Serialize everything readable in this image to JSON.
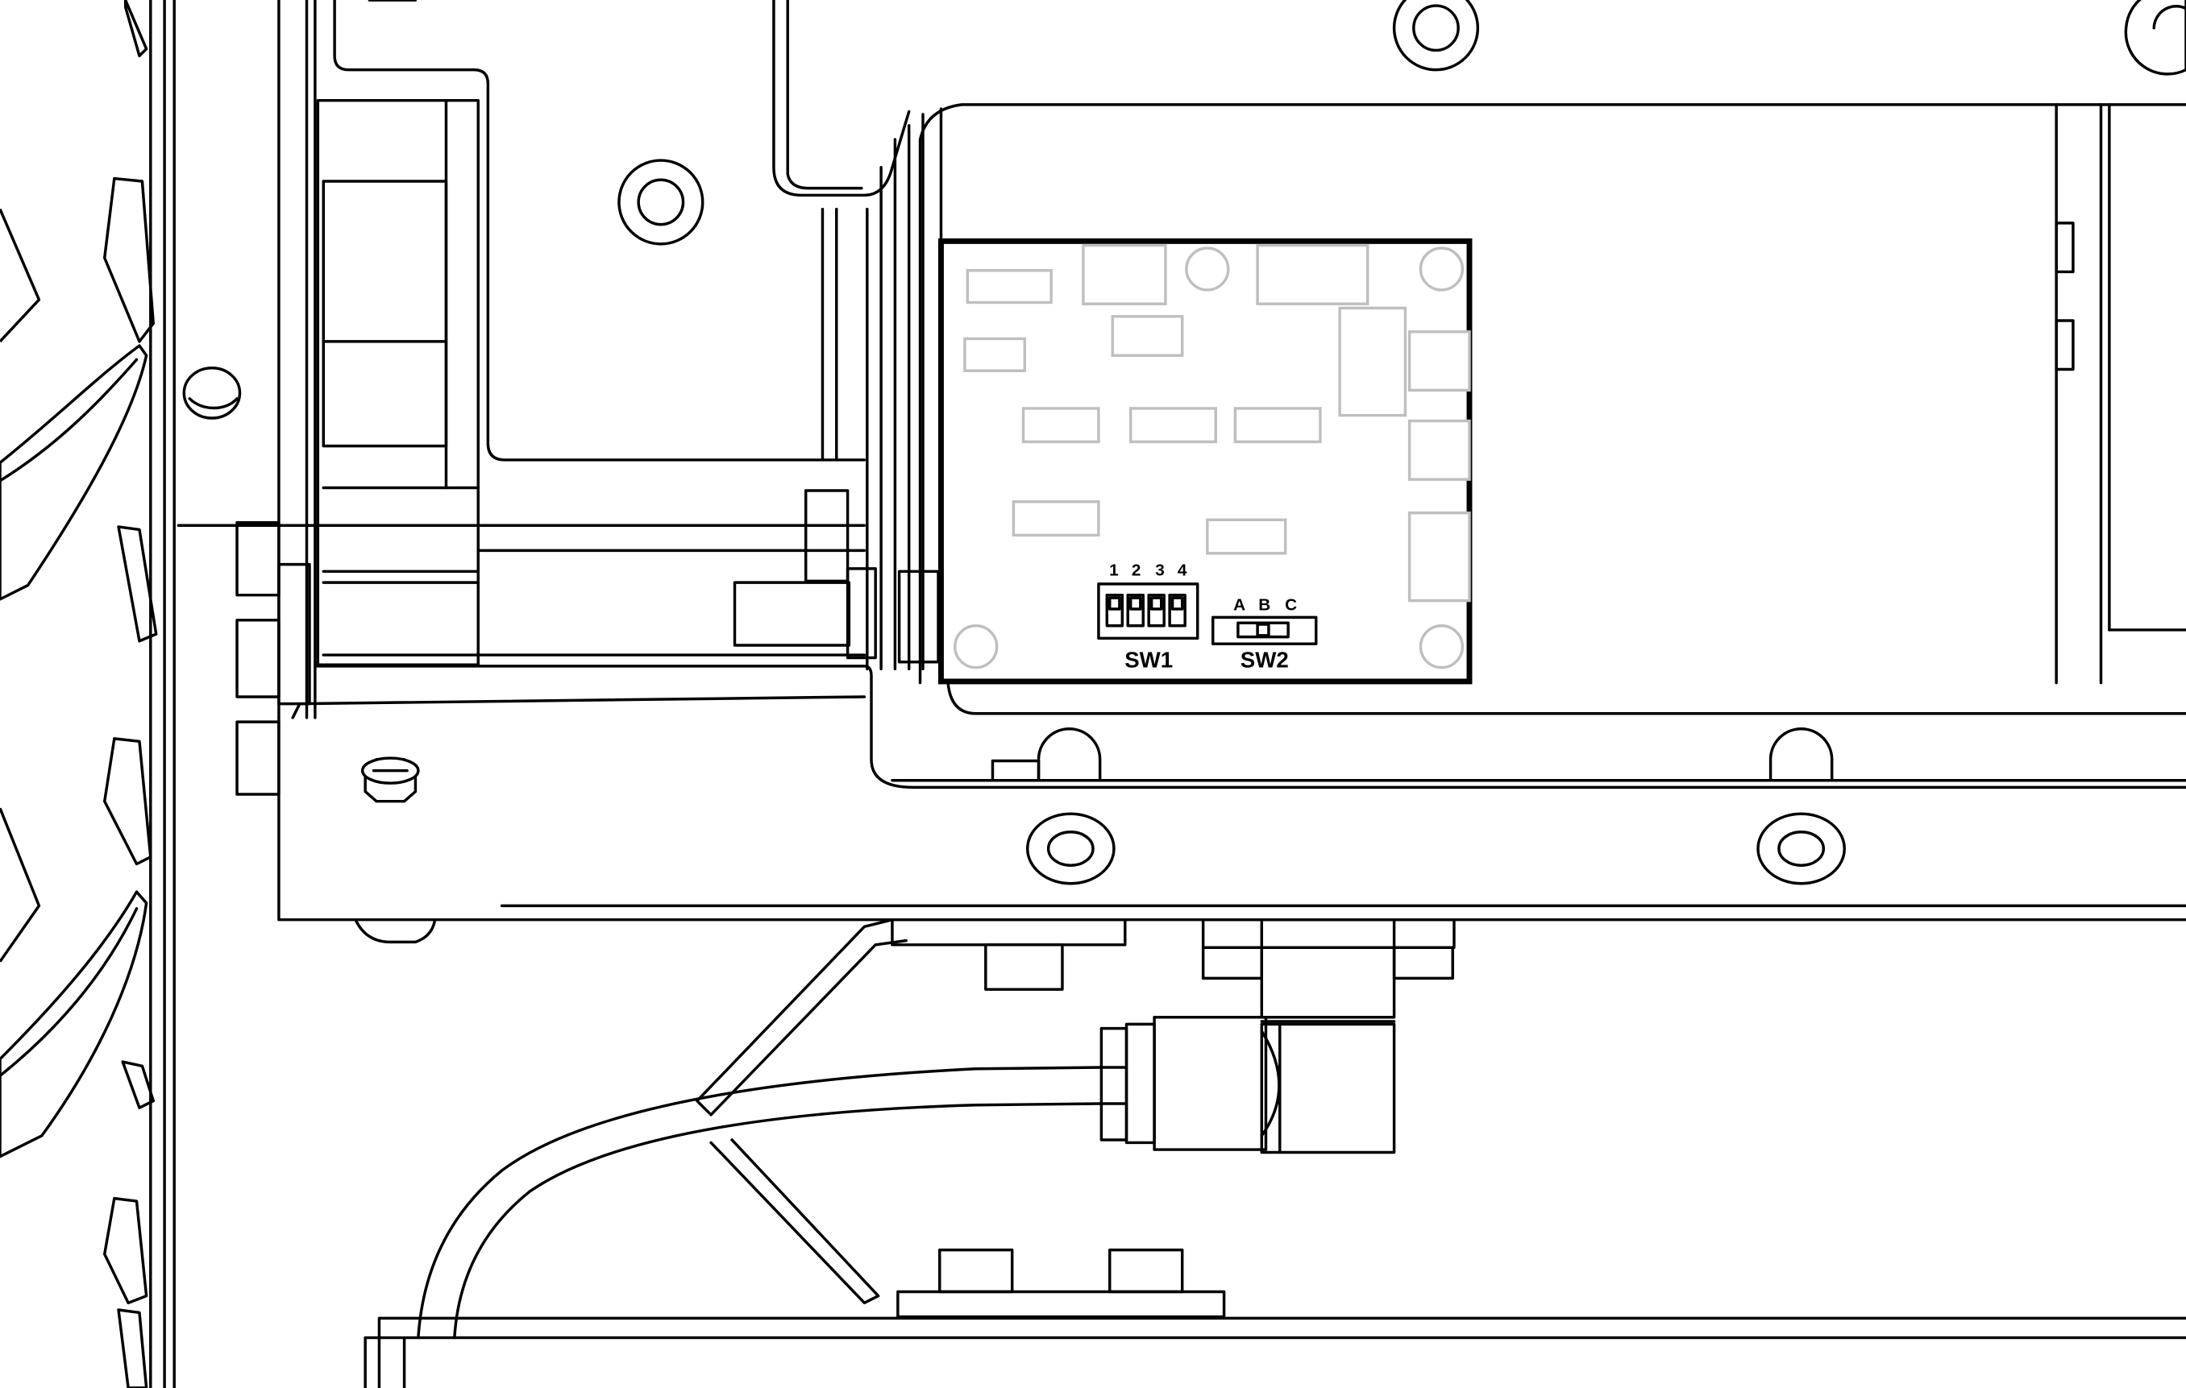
{
  "diagram": {
    "sw1": {
      "label": "SW1",
      "positions": [
        "1",
        "2",
        "3",
        "4"
      ]
    },
    "sw2": {
      "label": "SW2",
      "positions": [
        "A",
        "B",
        "C"
      ]
    }
  }
}
